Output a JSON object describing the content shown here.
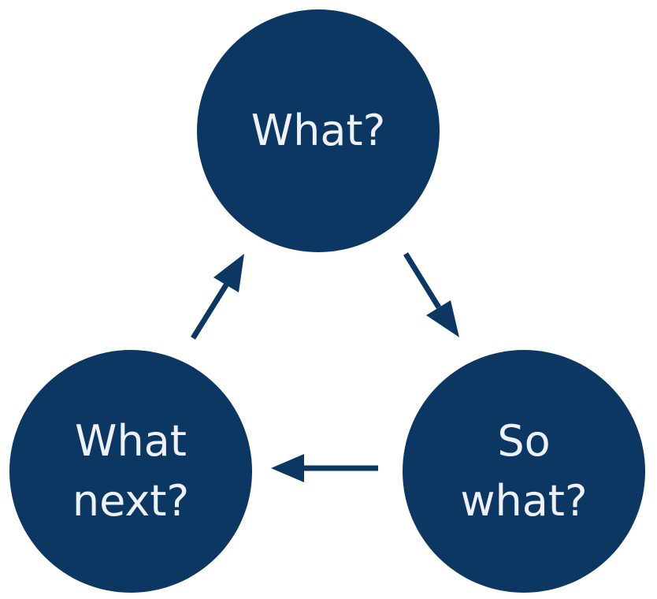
{
  "colors": {
    "node_fill": "#0b3762",
    "arrow": "#0b3762",
    "label": "#eef2f8",
    "background": "#ffffff"
  },
  "nodes": {
    "what": {
      "line1": "What?"
    },
    "so_what": {
      "line1": "So",
      "line2": "what?"
    },
    "what_next": {
      "line1": "What",
      "line2": "next?"
    }
  },
  "arrows": [
    {
      "from": "what",
      "to": "so_what",
      "icon": "arrow-icon"
    },
    {
      "from": "so_what",
      "to": "what_next",
      "icon": "arrow-icon"
    },
    {
      "from": "what_next",
      "to": "what",
      "icon": "arrow-icon"
    }
  ]
}
